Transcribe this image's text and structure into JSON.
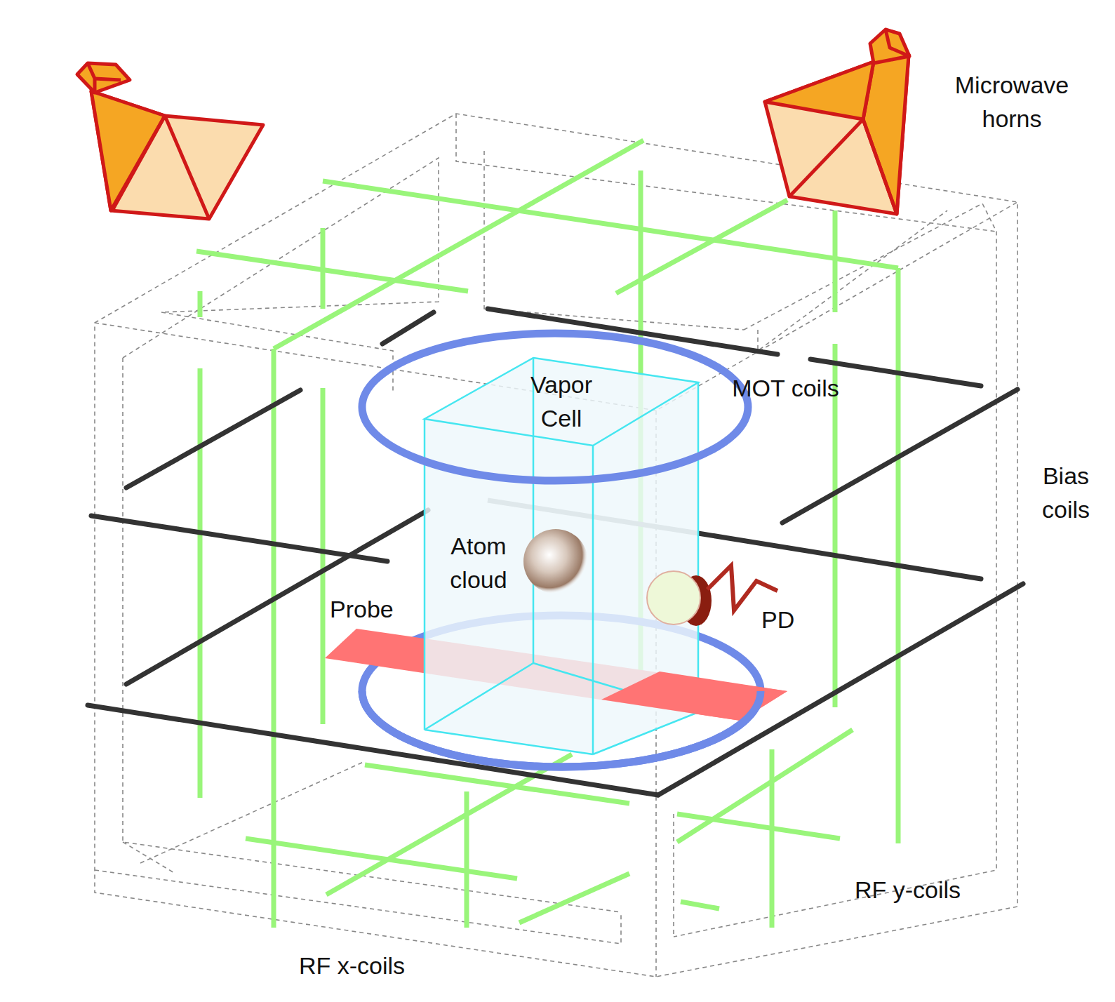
{
  "diagram": {
    "nodes": [
      {
        "text": [
          "Vapor Cell"
        ]
      }
    ],
    "labels": [
      "Microwave horns",
      "MOT coils",
      "Bias coils",
      "Atom cloud",
      "Probe",
      "PD",
      "RF y-coils",
      "RF x-coils"
    ]
  }
}
